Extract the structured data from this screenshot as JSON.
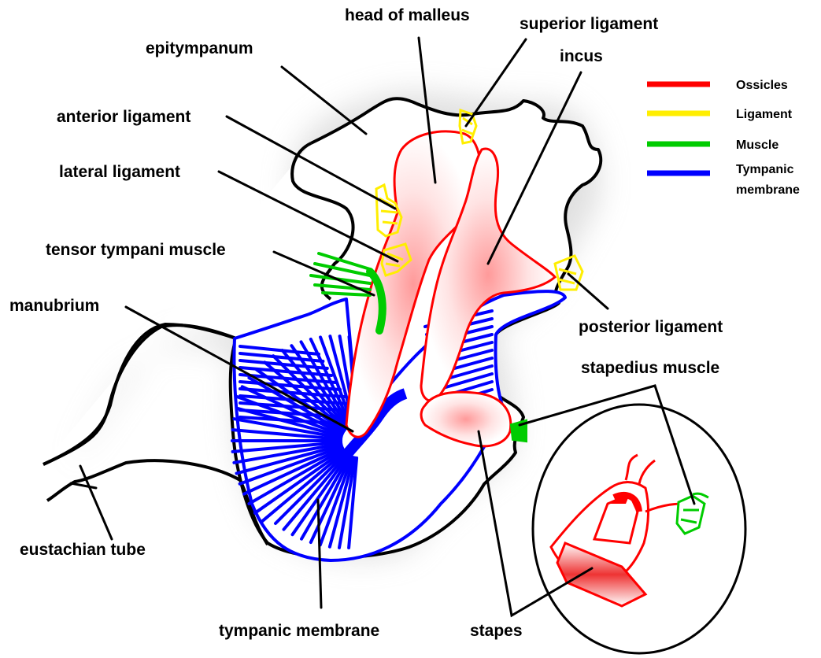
{
  "labels": {
    "head_of_malleus": "head of malleus",
    "superior_ligament": "superior ligament",
    "epitympanum": "epitympanum",
    "incus": "incus",
    "anterior_ligament": "anterior ligament",
    "lateral_ligament": "lateral ligament",
    "tensor_tympani_muscle": "tensor tympani muscle",
    "manubrium": "manubrium",
    "posterior_ligament": "posterior ligament",
    "stapedius_muscle": "stapedius muscle",
    "eustachian_tube": "eustachian tube",
    "tympanic_membrane": "tympanic membrane",
    "stapes": "stapes"
  },
  "legend": {
    "items": [
      {
        "label": "Ossicles",
        "color": "#ff0000"
      },
      {
        "label": "Ligament",
        "color": "#ffff00"
      },
      {
        "label": "Muscle",
        "color": "#00cc00"
      },
      {
        "label_line1": "Tympanic",
        "label_line2": "membrane",
        "color": "#0000ff"
      }
    ]
  },
  "colors": {
    "ossicles": "#ff0000",
    "ligament": "#ffff00",
    "muscle": "#00cc00",
    "tympanic_membrane": "#0000ff",
    "outline": "#000000"
  }
}
